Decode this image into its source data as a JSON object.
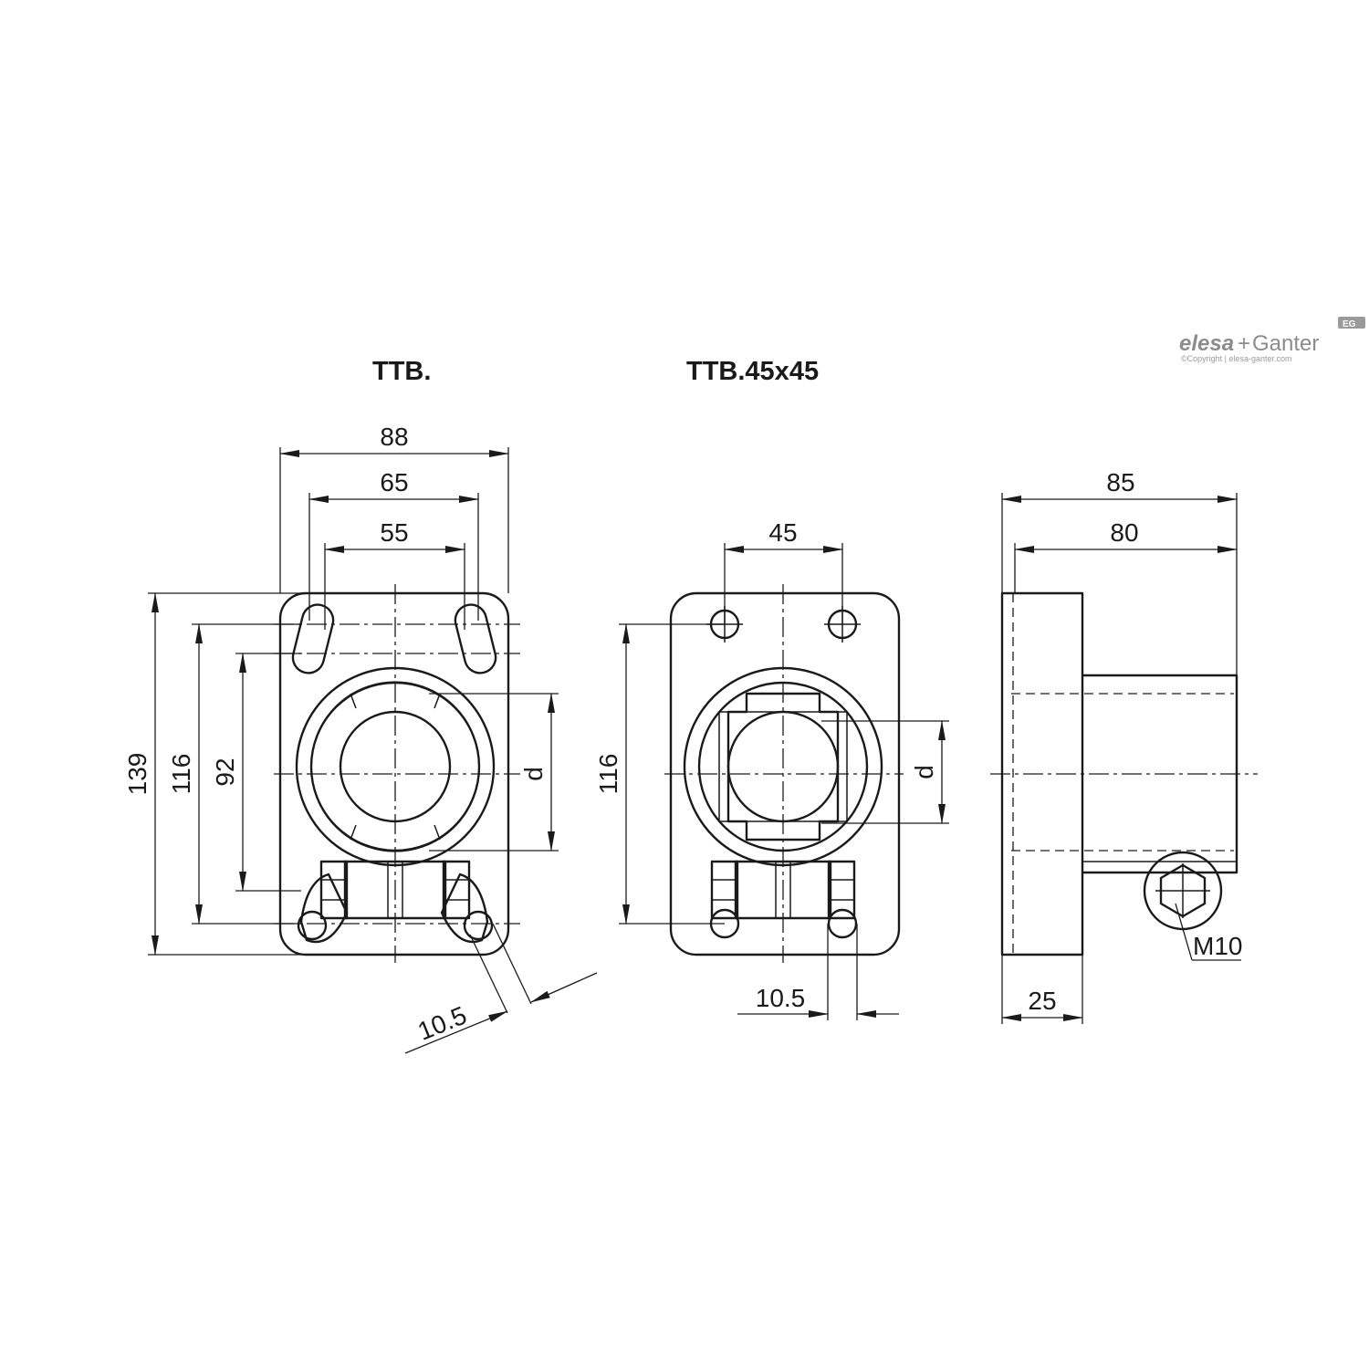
{
  "titles": {
    "left": "TTB.",
    "middle": "TTB.45x45"
  },
  "logo": {
    "brand": "elesa",
    "plus": "+",
    "partner": "Ganter",
    "badge": "EG",
    "copyright": "©Copyright | elesa-ganter.com",
    "color": "#8c8c8c"
  },
  "dimensions": {
    "ttb_width_total": "88",
    "ttb_width_slots_outer": "65",
    "ttb_width_slots_inner": "55",
    "ttb_height_total": "139",
    "ttb_height_holes": "116",
    "ttb_height_slots_inner": "92",
    "ttb_bore": "d",
    "ttb_hole": "10.5",
    "sq_width_holes": "45",
    "sq_height_holes": "116",
    "sq_bore": "d",
    "sq_hole": "10.5",
    "side_length_total": "85",
    "side_length_body": "80",
    "side_flange": "25",
    "side_screw": "M10"
  },
  "colors": {
    "line": "#1a1a1a",
    "background": "#ffffff"
  }
}
